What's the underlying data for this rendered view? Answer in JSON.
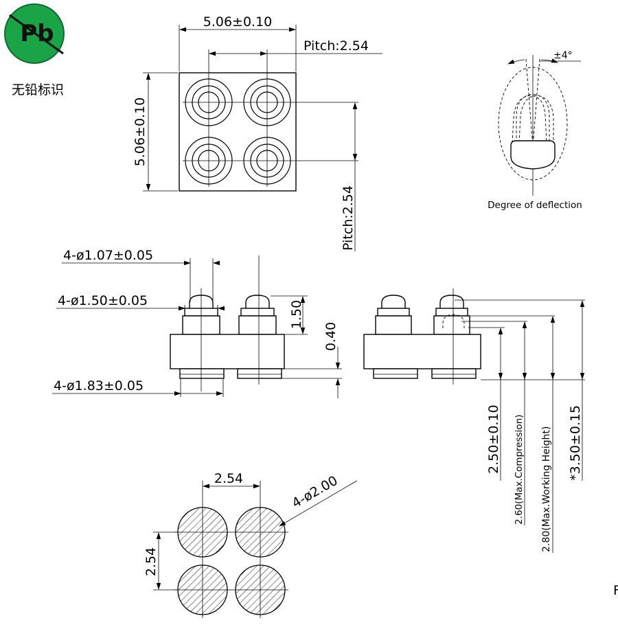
{
  "logo": {
    "symbol": "Pb",
    "caption": "无铅标识",
    "fill_color": "#1aa347"
  },
  "top_view": {
    "width_dim": "5.06±0.10",
    "pitch_h": "Pitch:2.54",
    "height_dim": "5.06±0.10",
    "pitch_v": "Pitch:2.54"
  },
  "deflection": {
    "angle": "±4°",
    "caption": "Degree of deflection"
  },
  "side_view": {
    "pin_dia": "4-ø1.07±0.05",
    "plunger_dia": "4-ø1.50±0.05",
    "base_dia": "4-ø1.83±0.05",
    "height_150": "1.50",
    "height_040": "0.40"
  },
  "height_dims": {
    "h250": "2.50±0.10",
    "h260": "2.60(Max.Compression)",
    "h280": "2.80(Max.Working Height)",
    "h350": "*3.50±0.15"
  },
  "pcb_pattern": {
    "pitch_h": "2.54",
    "pitch_v": "2.54",
    "pad_dia": "4-ø2.00"
  },
  "edge_text": "F"
}
